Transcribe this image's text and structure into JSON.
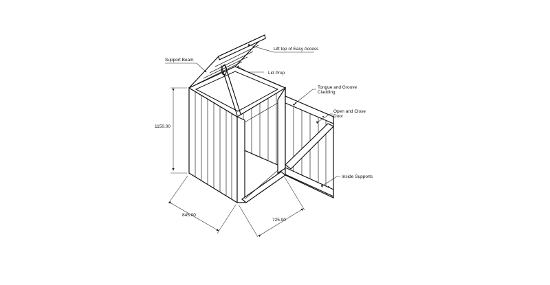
{
  "annotations": {
    "lift_top": "Lift top of Easy Access",
    "support_beam": "Support Beam",
    "lid_prop": "Lid Prop",
    "cladding_line1": "Tongue and Groove",
    "cladding_line2": "Cladding",
    "door_line1": "Open and Close",
    "door_line2": "Door",
    "inside_supports": "Inside Supports"
  },
  "dimensions": {
    "height": "1150.00",
    "depth": "845.00",
    "width": "725.00"
  }
}
